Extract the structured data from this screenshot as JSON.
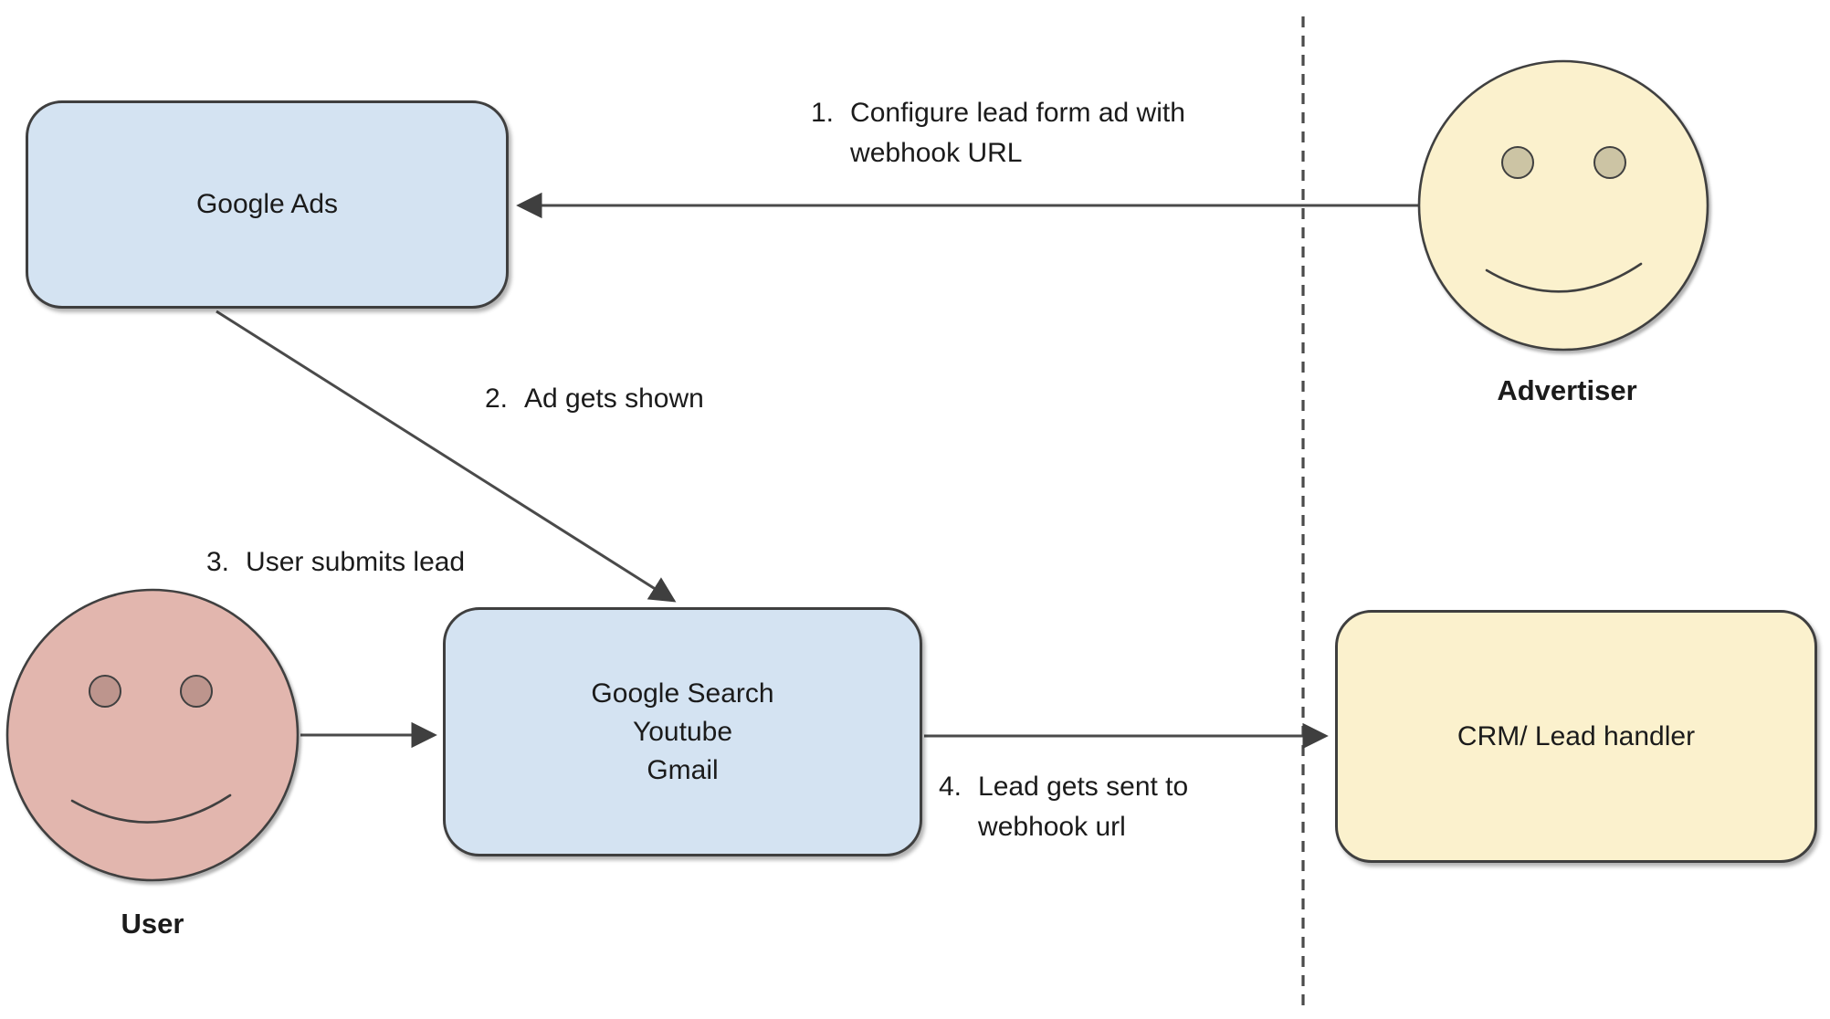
{
  "colors": {
    "box_blue_fill": "#d4e3f2",
    "box_yellow_fill": "#fbf1cd",
    "face_user_fill": "#e2b6ae",
    "face_user_eye": "#bd958d",
    "face_advertiser_fill": "#fbf1cd",
    "face_advertiser_eye": "#ccc4a4",
    "stroke": "#3f3f3f",
    "text": "#1b1b1b"
  },
  "nodes": {
    "google_ads": {
      "label": "Google Ads"
    },
    "google_surfaces": {
      "lines": [
        "Google Search",
        "Youtube",
        "Gmail"
      ]
    },
    "crm": {
      "label": "CRM/ Lead handler"
    }
  },
  "actors": {
    "advertiser": {
      "label": "Advertiser"
    },
    "user": {
      "label": "User"
    }
  },
  "steps": [
    {
      "number": "1.",
      "lines": [
        "Configure lead form ad with",
        "webhook URL"
      ]
    },
    {
      "number": "2.",
      "lines": [
        "Ad gets shown"
      ]
    },
    {
      "number": "3.",
      "lines": [
        "User submits lead"
      ]
    },
    {
      "number": "4.",
      "lines": [
        "Lead gets sent to",
        "webhook url"
      ]
    }
  ]
}
